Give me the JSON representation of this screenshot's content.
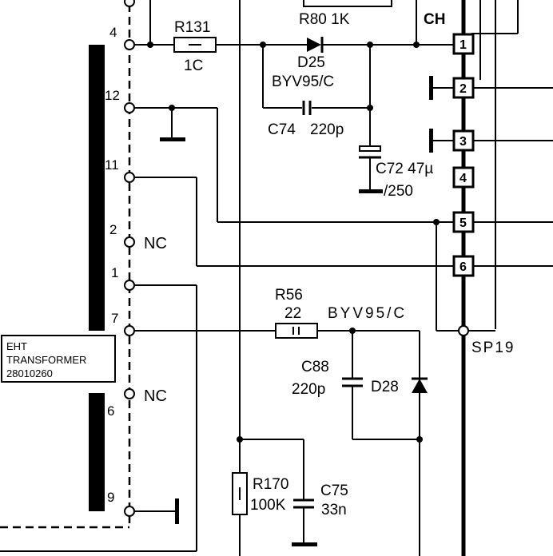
{
  "transformer": {
    "label_line1": "EHT",
    "label_line2": "TRANSFORMER",
    "label_line3": "28010260",
    "pins": [
      "4",
      "12",
      "11",
      "2",
      "1",
      "7",
      "6",
      "9"
    ],
    "nc_label": "NC"
  },
  "components": {
    "r131": {
      "name": "R131",
      "value": "1C"
    },
    "r80": {
      "name": "R80 1K"
    },
    "d25": {
      "name": "D25",
      "type": "BYV95/C"
    },
    "c74": {
      "name": "C74",
      "value": "220p"
    },
    "c72": {
      "name": "C72 47µ",
      "rating": "/250"
    },
    "r56": {
      "name": "R56",
      "value": "22"
    },
    "d28_type": "BYV95/C",
    "c88": {
      "name": "C88",
      "value": "220p"
    },
    "d28": {
      "name": "D28"
    },
    "r170": {
      "name": "R170",
      "value": "100K"
    },
    "c75": {
      "name": "C75",
      "value": "33n"
    }
  },
  "connector": {
    "label": "CH",
    "pins": [
      "1",
      "2",
      "3",
      "4",
      "5",
      "6"
    ],
    "sp_label": "SP19"
  }
}
